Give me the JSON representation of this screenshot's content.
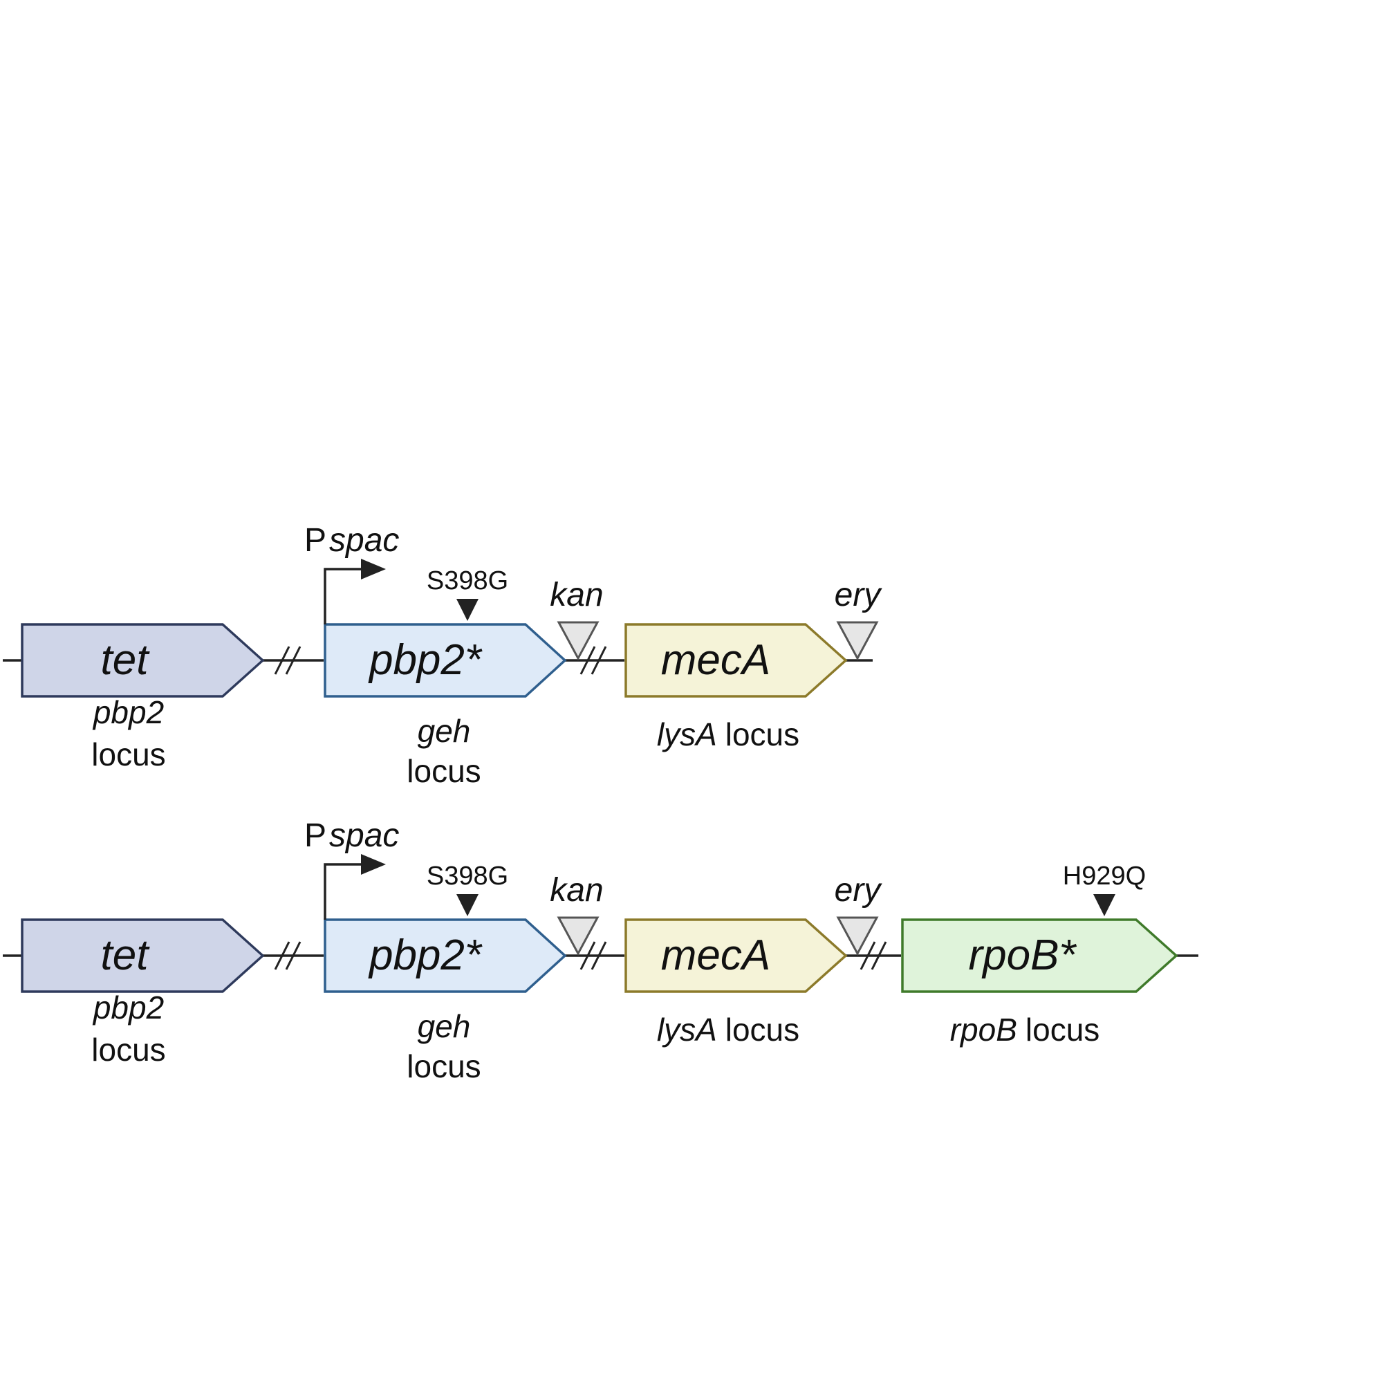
{
  "constructs": [
    {
      "genes": {
        "tet": "tet",
        "pbp2": "pbp2*",
        "mecA": "mecA"
      },
      "loci": {
        "tet_locus_gene": "pbp2",
        "tet_locus_word": "locus",
        "geh_locus_gene": "geh",
        "geh_locus_word": "locus",
        "lysA_locus_gene": "lysA",
        "lysA_locus_word": "locus"
      },
      "promoter": {
        "prefix": "P",
        "name": "spac"
      },
      "mutation": "S398G",
      "markers": {
        "kan": "kan",
        "ery": "ery"
      }
    },
    {
      "genes": {
        "tet": "tet",
        "pbp2": "pbp2*",
        "mecA": "mecA",
        "rpoB": "rpoB*"
      },
      "loci": {
        "tet_locus_gene": "pbp2",
        "tet_locus_word": "locus",
        "geh_locus_gene": "geh",
        "geh_locus_word": "locus",
        "lysA_locus_gene": "lysA",
        "lysA_locus_word": "locus",
        "rpoB_locus_gene": "rpoB",
        "rpoB_locus_word": "locus"
      },
      "promoter": {
        "prefix": "P",
        "name": "spac"
      },
      "mutation": "S398G",
      "mutation_rpoB": "H929Q",
      "markers": {
        "kan": "kan",
        "ery": "ery"
      }
    }
  ],
  "colors": {
    "tet_fill": "#cfd5e8",
    "tet_stroke": "#2e3a5c",
    "pbp2_fill": "#deeaf8",
    "pbp2_stroke": "#2f5f8e",
    "mecA_fill": "#f5f3d8",
    "mecA_stroke": "#8c7a2a",
    "rpoB_fill": "#dff3da",
    "rpoB_stroke": "#3f7a2a"
  }
}
